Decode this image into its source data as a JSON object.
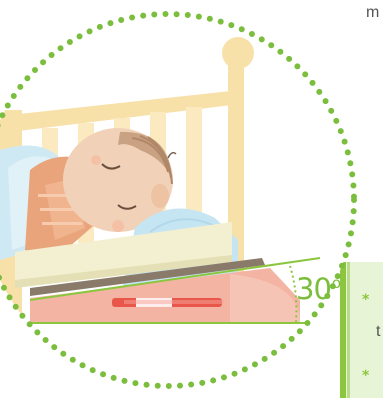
{
  "illustration": {
    "incline_label": "30",
    "incline_unit": "o",
    "clipped_text_top": "m",
    "clipped_text_side": "t",
    "bullet_glyph": "*",
    "colors": {
      "dot_border": "#7bbd3c",
      "crib": "#f8e1a8",
      "blanket_blue": "#c5e5f2",
      "pillow": "#f2f0d0",
      "pink": "#f4b4a4",
      "skin": "#f1d2b8",
      "wedge_brown": "#8a7a6a",
      "green_panel": "#e8f4d6",
      "accent_green": "#8cc63f"
    }
  }
}
